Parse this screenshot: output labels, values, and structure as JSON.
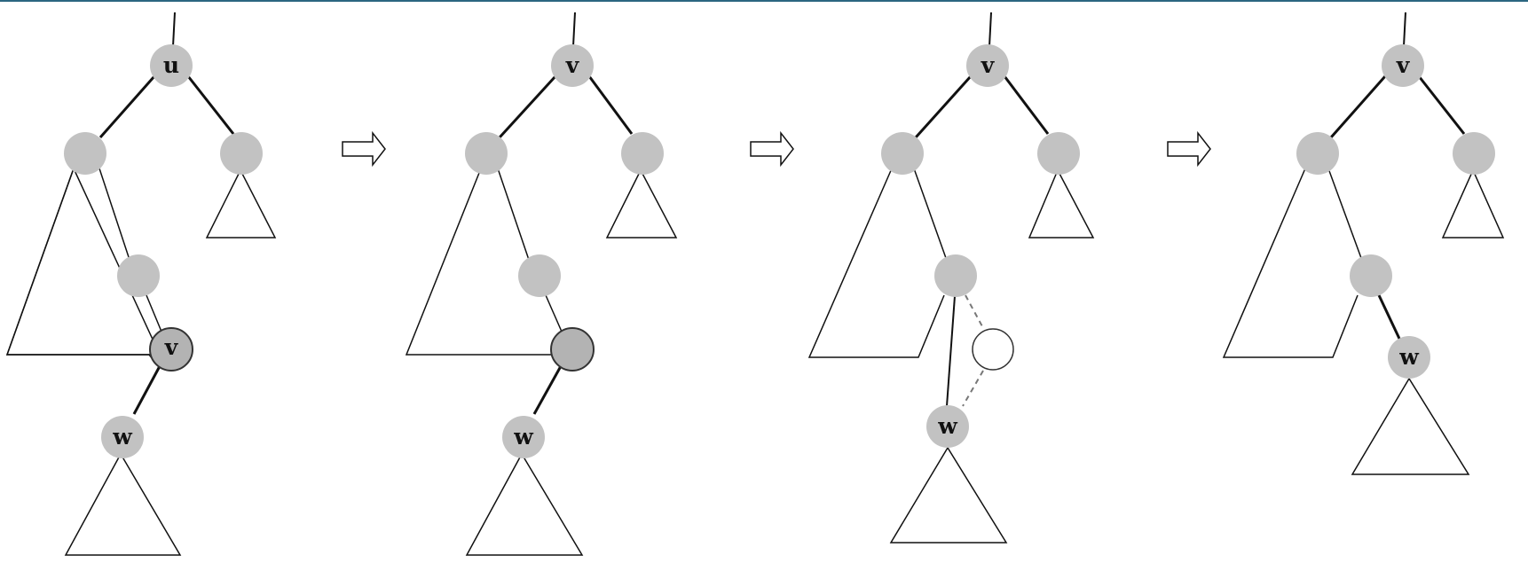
{
  "colors": {
    "top_border": "#2c6680",
    "node_fill": "#c2c2c2",
    "node_fill_dark": "#b3b3b3",
    "edge": "#111111",
    "dashed_edge": "#777777",
    "new_node_fill": "#ffffff"
  },
  "stages": [
    {
      "nodes": {
        "root": "u",
        "deleted": "v",
        "child": "w"
      },
      "arrow": "⇨"
    },
    {
      "nodes": {
        "root": "v",
        "deleted": "",
        "child": "w"
      },
      "arrow": "⇨"
    },
    {
      "nodes": {
        "root": "v",
        "child": "w"
      },
      "arrow": "⇨"
    },
    {
      "nodes": {
        "root": "v",
        "child": "w"
      }
    }
  ]
}
